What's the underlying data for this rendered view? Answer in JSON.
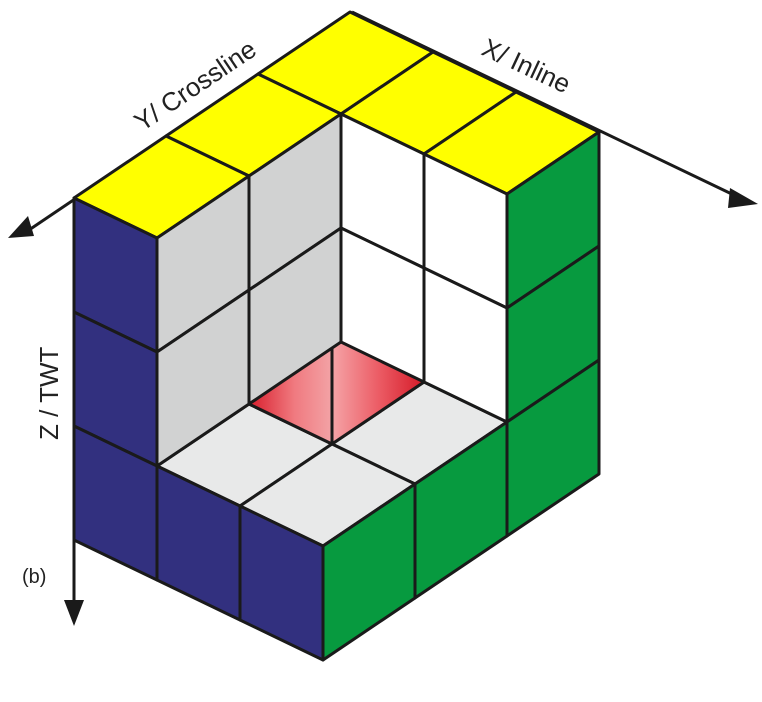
{
  "labels": {
    "y_axis": "Y/ Crossline",
    "x_axis": "X/ Inline",
    "z_axis": "Z / TWT",
    "panel": "(b)"
  },
  "colors": {
    "top": "#ffff00",
    "left_face": "#32307f",
    "right_face": "#079a3f",
    "interior_wall": "#d1d2d2",
    "interior_floor": "#e8e9e9",
    "open_face": "#ffffff",
    "highlight": "#e8343f",
    "edge": "#1a1a1a"
  },
  "icons": {
    "axis_arrow": "arrow",
    "cube": "voxel-cube"
  }
}
